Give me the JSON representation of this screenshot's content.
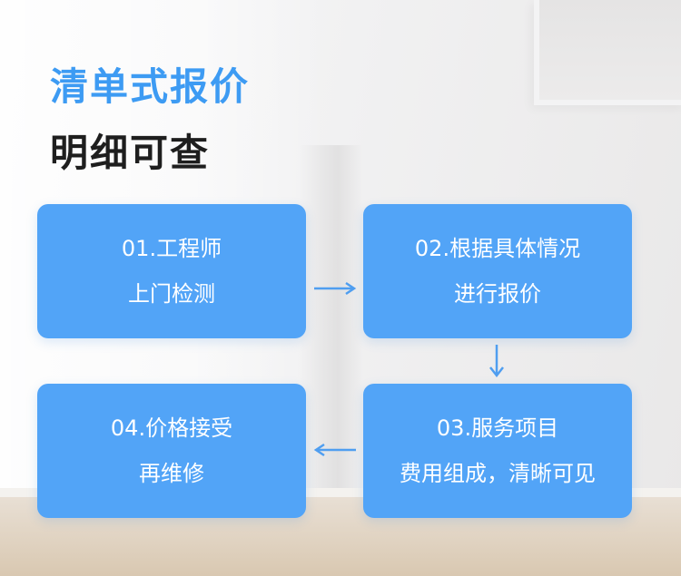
{
  "title": {
    "line1": "清单式报价",
    "line2": "明细可查"
  },
  "steps": [
    {
      "line1": "01.工程师",
      "line2": "上门检测"
    },
    {
      "line1": "02.根据具体情况",
      "line2": "进行报价"
    },
    {
      "line1": "03.服务项目",
      "line2": "费用组成，清晰可见"
    },
    {
      "line1": "04.价格接受",
      "line2": "再维修"
    }
  ],
  "colors": {
    "accent": "#3d9bf3",
    "card": "#52a4f7",
    "arrow": "#4f9ef0",
    "title_dark": "#1e1e1e"
  },
  "icons": [
    "arrow-right-icon",
    "arrow-down-icon",
    "arrow-left-icon"
  ]
}
